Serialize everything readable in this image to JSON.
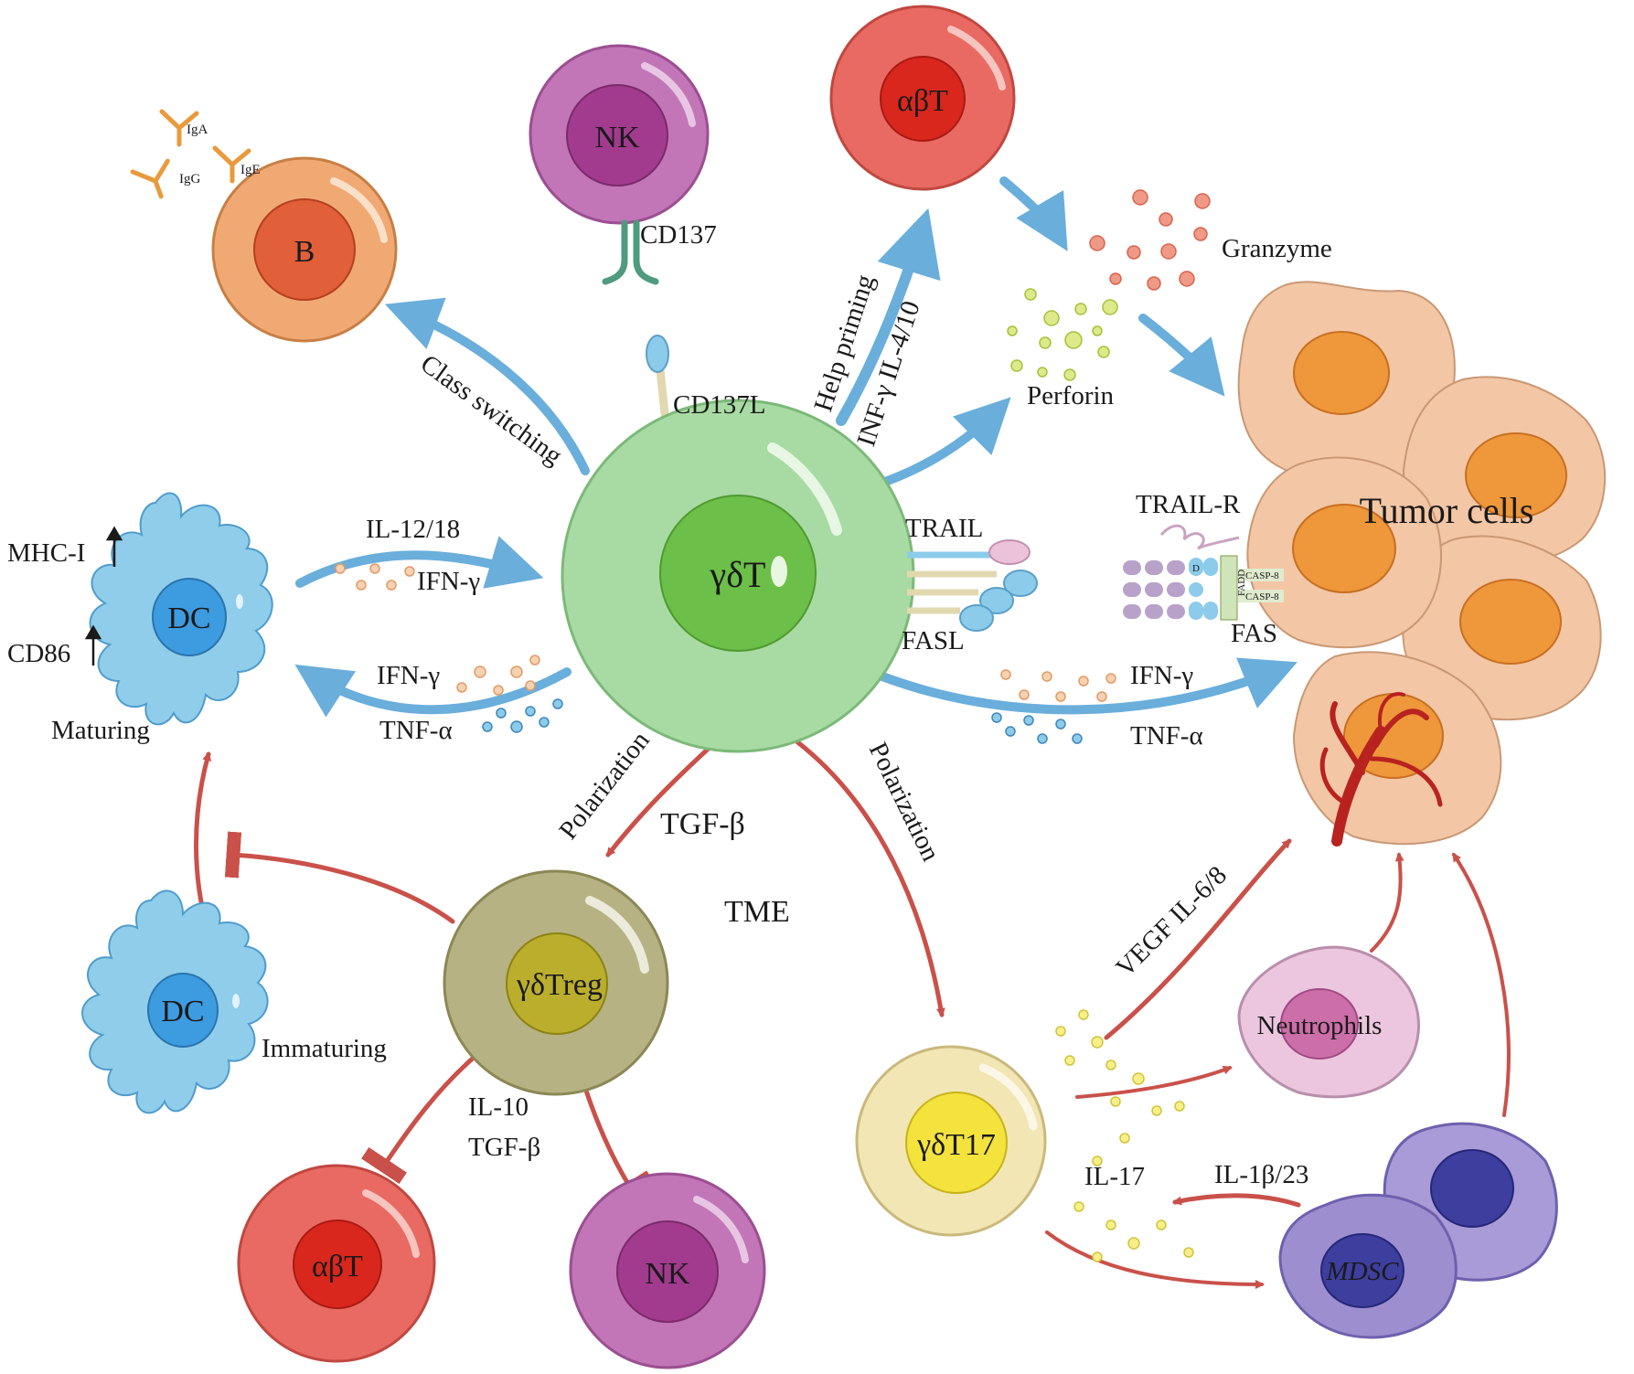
{
  "cells": {
    "center": "γδT",
    "nk_top": "NK",
    "abt_top": "αβT",
    "b": "B",
    "dc_mature": "DC",
    "dc_immature": "DC",
    "treg": "γδTreg",
    "t17": "γδT17",
    "abt_bottom": "αβT",
    "nk_bottom": "NK",
    "neutrophils": "Neutrophils",
    "mdsc": "MDSC",
    "tumor": "Tumor cells"
  },
  "labels": {
    "iga": "IgA",
    "igg": "IgG",
    "ige": "IgE",
    "cd137": "CD137",
    "cd137l": "CD137L",
    "class_switching": "Class switching",
    "help_priming": "Help priming",
    "inf_il": "INF-γ IL-4/10",
    "granzyme": "Granzyme",
    "perforin": "Perforin",
    "trail": "TRAIL",
    "fasl": "FASL",
    "trail_r": "TRAIL-R",
    "fas": "FAS",
    "fadd": "FADD",
    "casp8_1": "CASP-8",
    "casp8_2": "CASP-8",
    "d": "D",
    "il12_18": "IL-12/18",
    "ifn_g_dc_in": "IFN-γ",
    "ifn_g_dc_out": "IFN-γ",
    "tnf_a_dc": "TNF-α",
    "ifn_g_tumor": "IFN-γ",
    "tnf_a_tumor": "TNF-α",
    "mhc_i": "MHC-I",
    "cd86": "CD86",
    "maturing": "Maturing",
    "immaturing": "Immaturing",
    "polarization_left": "Polarization",
    "polarization_right": "Polarization",
    "tgf_b": "TGF-β",
    "tme": "TME",
    "il10": "IL-10",
    "tgf_b_treg": "TGF-β",
    "vegf": "VEGF IL-6/8",
    "il17": "IL-17",
    "il1b23": "IL-1β/23"
  },
  "icons": [
    "antibody-icon",
    "receptor-icon",
    "granule-dots-icon",
    "up-arrow-icon",
    "blood-vessel-icon"
  ],
  "colors": {
    "blue_arrow": "#6aaedb",
    "red_arrow": "#c9514a",
    "gdt": "#a8dba3",
    "gdt_nucleus": "#6cbf48",
    "nk": "#c276b8",
    "abt": "#e96a63",
    "b": "#f1a974",
    "dc": "#8fcdea",
    "treg": "#b6b283",
    "t17": "#f2e6b4",
    "neutrophil": "#ecc6df",
    "mdsc": "#9d8ed0",
    "tumor": "#f3c6a5"
  }
}
